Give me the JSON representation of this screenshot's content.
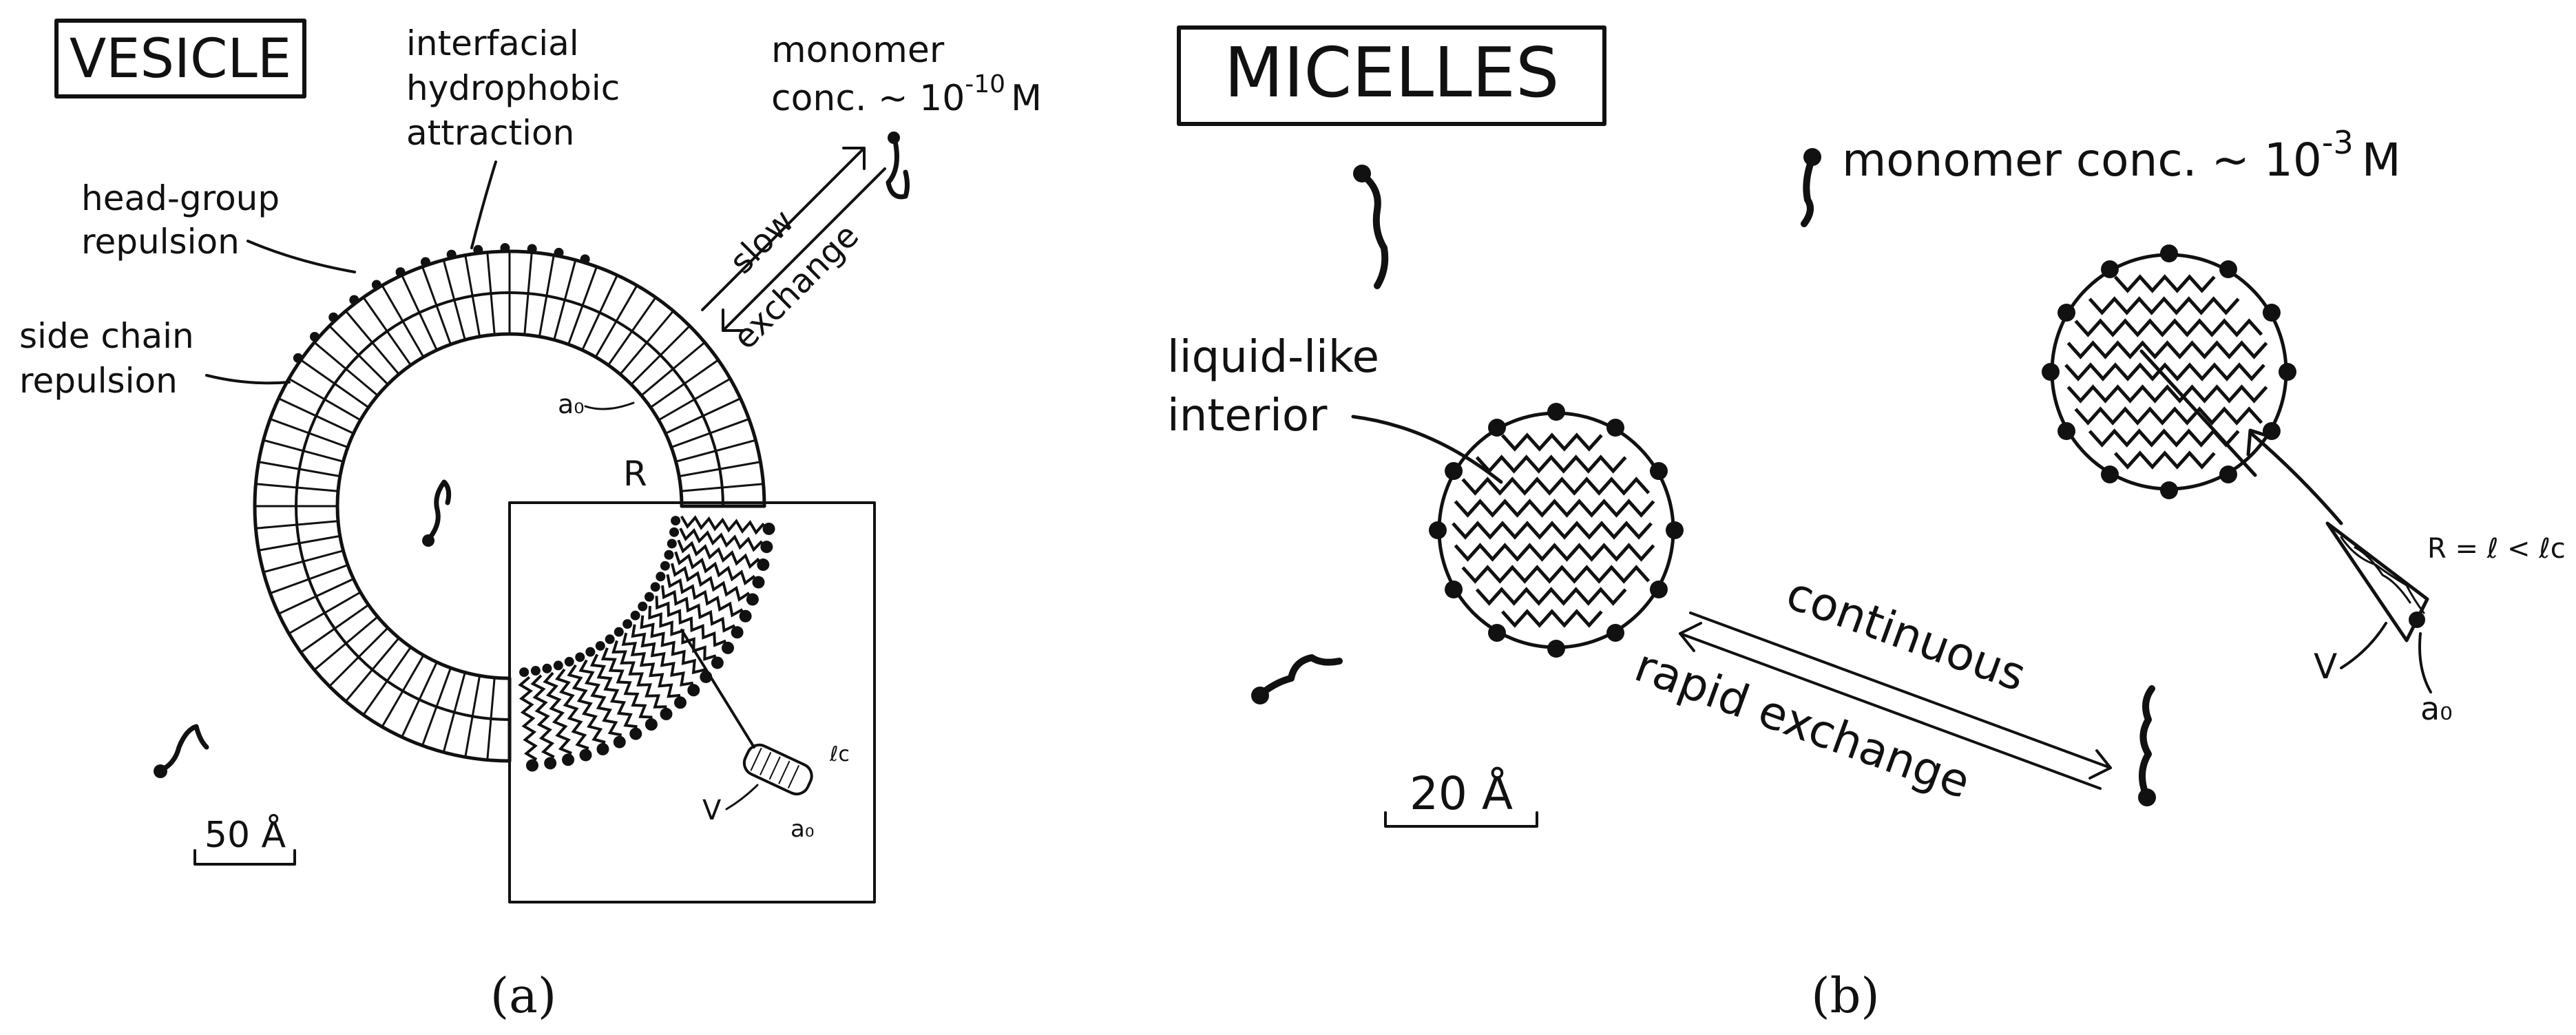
{
  "panel_a": {
    "title": "VESICLE",
    "interfacial_line1": "interfacial",
    "interfacial_line2": "hydrophobic",
    "interfacial_line3": "attraction",
    "monomer_line1": "monomer",
    "monomer_conc": "conc. ~ 10",
    "monomer_exp": "-10",
    "monomer_unit": "M",
    "headgroup_line1": "head-group",
    "headgroup_line2": "repulsion",
    "sidechain_line1": "side chain",
    "sidechain_line2": "repulsion",
    "slow": "slow",
    "exchange": "exchange",
    "a0_label": "a₀",
    "r_label": "R",
    "v_label": "V",
    "lc_label": "ℓc",
    "a0_small": "a₀",
    "scale": "50 Å",
    "caption": "(a)"
  },
  "panel_b": {
    "title": "MICELLES",
    "monomer_conc": "monomer conc. ~ 10",
    "monomer_exp": "-3",
    "monomer_unit": "M",
    "liquid_line1": "liquid-like",
    "liquid_line2": "interior",
    "continuous": "continuous",
    "rapid": "rapid exchange",
    "formula": "R = ℓ < ℓc",
    "v_label": "V",
    "a0_label": "a₀",
    "scale": "20 Å",
    "caption": "(b)"
  }
}
